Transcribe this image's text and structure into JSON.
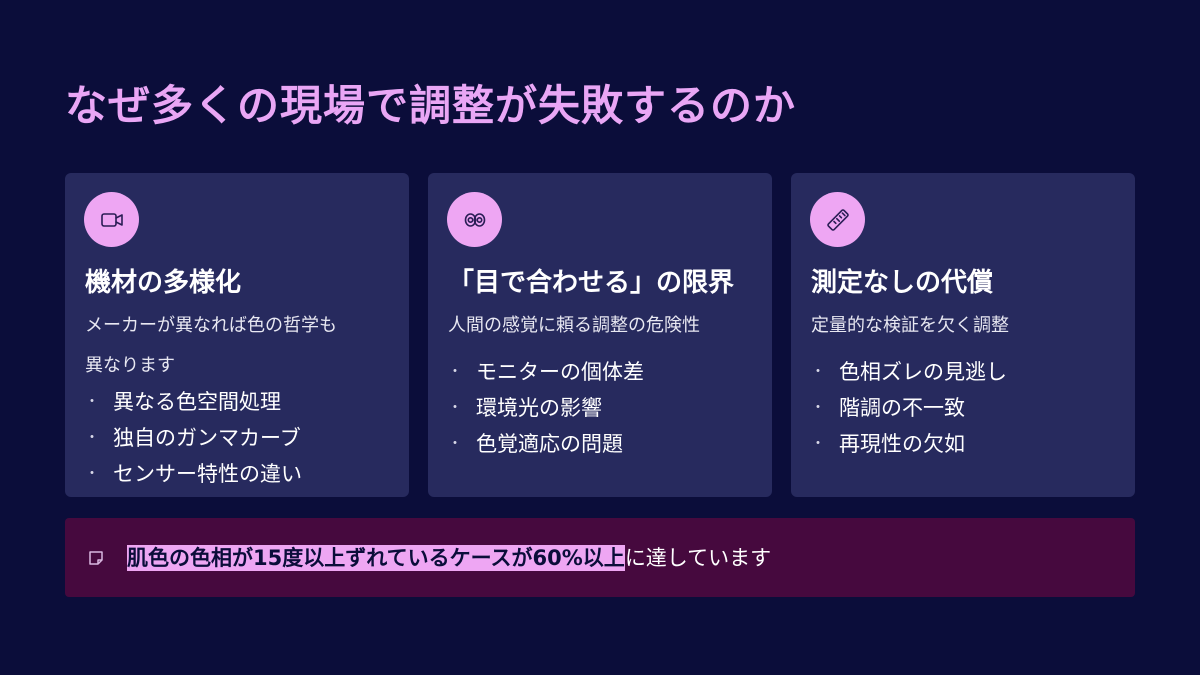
{
  "slide": {
    "title": "なぜ多くの現場で調整が失敗するのか"
  },
  "colors": {
    "background": "#0b0d3a",
    "card": "#272a5e",
    "accent": "#eea6f3",
    "callout": "#46093e"
  },
  "cards": [
    {
      "icon": "video-camera-icon",
      "heading": "機材の多様化",
      "sub_line1": "メーカーが異なれば色の哲学も",
      "sub_line2": "異なります",
      "bullet": "・",
      "items": [
        "異なる色空間処理",
        "独自のガンマカーブ",
        "センサー特性の違い"
      ]
    },
    {
      "icon": "eyes-icon",
      "heading": "「目で合わせる」の限界",
      "sub_line1": "人間の感覚に頼る調整の危険性",
      "bullet": "・",
      "items": [
        "モニターの個体差",
        "環境光の影響",
        "色覚適応の問題"
      ]
    },
    {
      "icon": "ruler-icon",
      "heading": "測定なしの代償",
      "sub_line1": "定量的な検証を欠く調整",
      "bullet": "・",
      "items": [
        "色相ズレの見逃し",
        "階調の不一致",
        "再現性の欠如"
      ]
    }
  ],
  "callout": {
    "icon": "note-icon",
    "highlight": "肌色の色相が15度以上ずれているケースが60%以上",
    "rest": "に達しています"
  }
}
